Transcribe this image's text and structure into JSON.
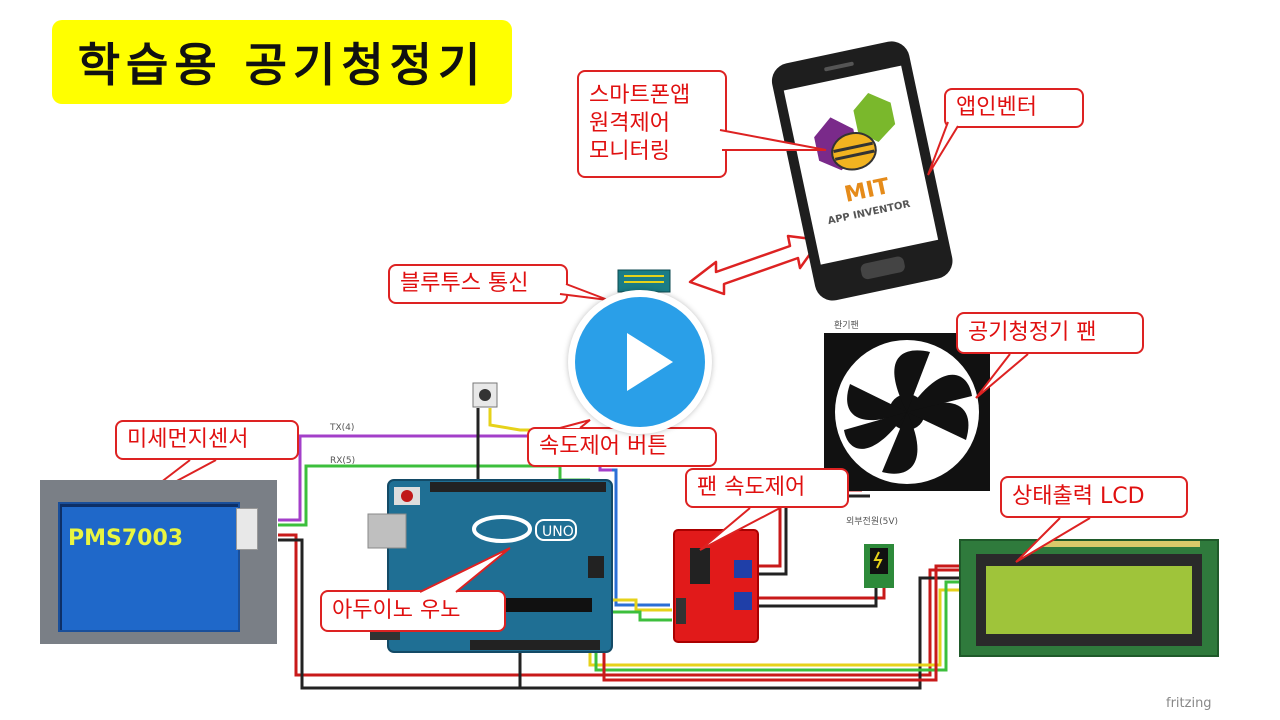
{
  "title": "학습용 공기청정기",
  "callouts": {
    "smartphone": [
      "스마트폰앱",
      "원격제어",
      "모니터링"
    ],
    "app_inventor": "앱인벤터",
    "bluetooth": "블루투스 통신",
    "fan": "공기청정기 팬",
    "dust_sensor": "미세먼지센서",
    "speed_button": "속도제어 버튼",
    "fan_speed": "팬 속도제어",
    "lcd": "상태출력 LCD",
    "arduino": "아두이노 우노"
  },
  "small_labels": {
    "tx": "TX(4)",
    "rx": "RX(5)",
    "vent_fan": "환기팬",
    "external_power": "외부전원(5V)"
  },
  "phone": {
    "brand": "MIT",
    "sub": "APP INVENTOR"
  },
  "sensor_model": "PMS7003",
  "arduino_logo": "UNO",
  "watermark": "fritzing",
  "colors": {
    "title_bg": "#ffff00",
    "callout_text": "#e01010",
    "arduino": "#1f6f94",
    "fan_driver": "#e11a1a",
    "lcd_screen": "#9fc43a",
    "play": "#2a9fe8"
  }
}
